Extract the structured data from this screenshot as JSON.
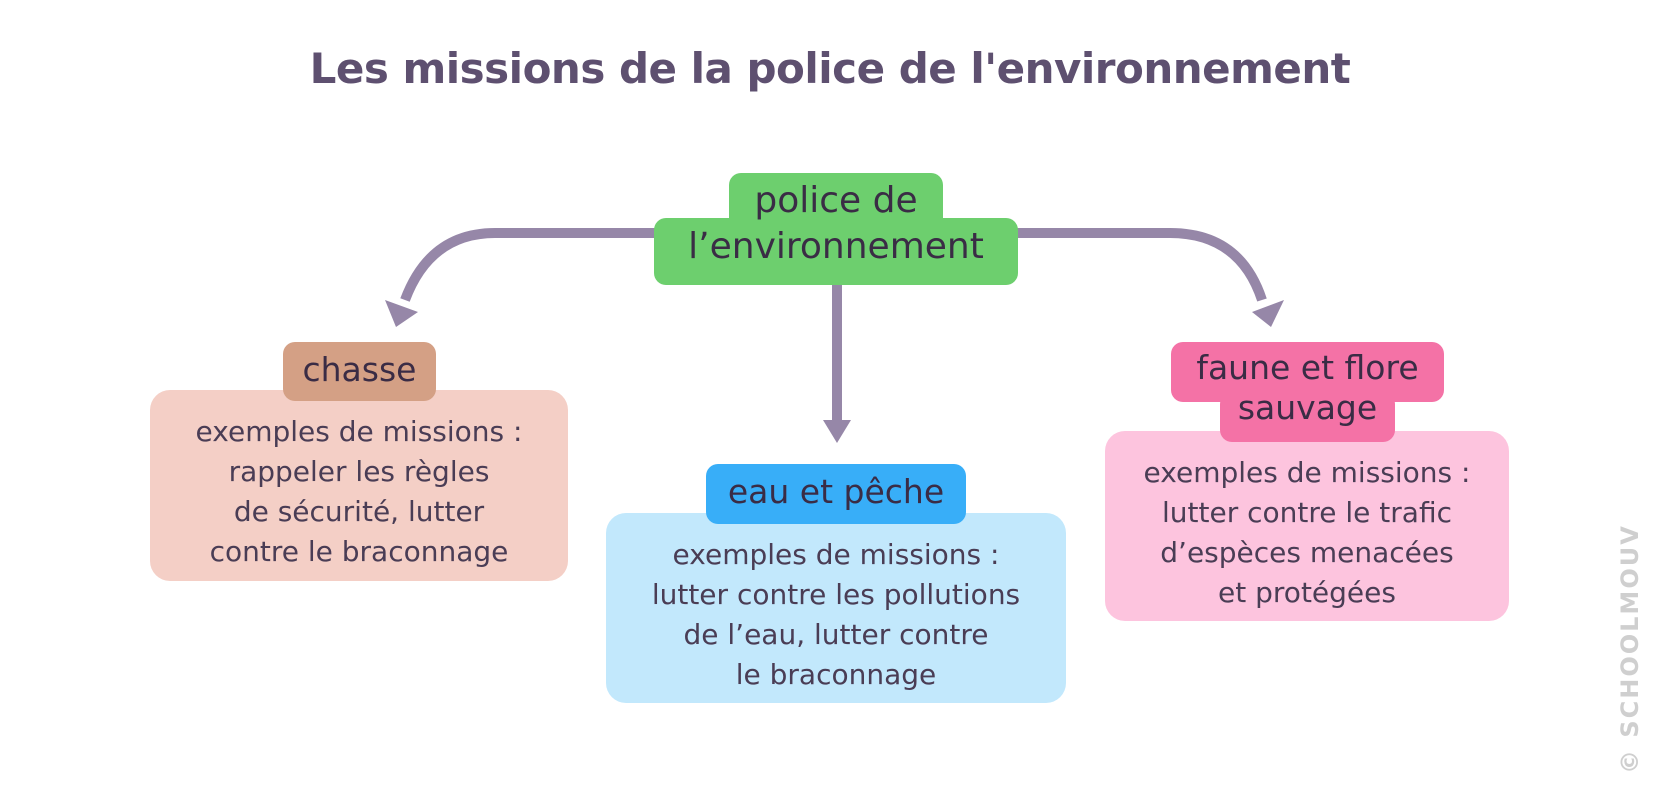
{
  "title": "Les missions de la police de l'environnement",
  "central_node": {
    "line1": "police de",
    "line2": "l’environnement",
    "color": "#6dcf6e"
  },
  "branches": [
    {
      "tag_lines": [
        "chasse"
      ],
      "tag_color": "#d4a085",
      "box_color": "#f4cfc6",
      "lines": [
        "exemples de missions :",
        "rappeler les règles",
        "de sécurité, lutter",
        "contre le braconnage"
      ]
    },
    {
      "tag_lines": [
        "eau et pêche"
      ],
      "tag_color": "#38aef8",
      "box_color": "#c2e8fc",
      "lines": [
        "exemples de missions :",
        "lutter contre les pollutions",
        "de l’eau, lutter contre",
        "le braconnage"
      ]
    },
    {
      "tag_lines": [
        "faune et flore",
        "sauvage"
      ],
      "tag_color": "#f472a6",
      "box_color": "#fdc4de",
      "lines": [
        "exemples de missions :",
        "lutter contre le trafic",
        "d’espèces menacées",
        "et protégées"
      ]
    }
  ],
  "arrow_color": "#9687a8",
  "watermark": "© SCHOOLMOUV"
}
